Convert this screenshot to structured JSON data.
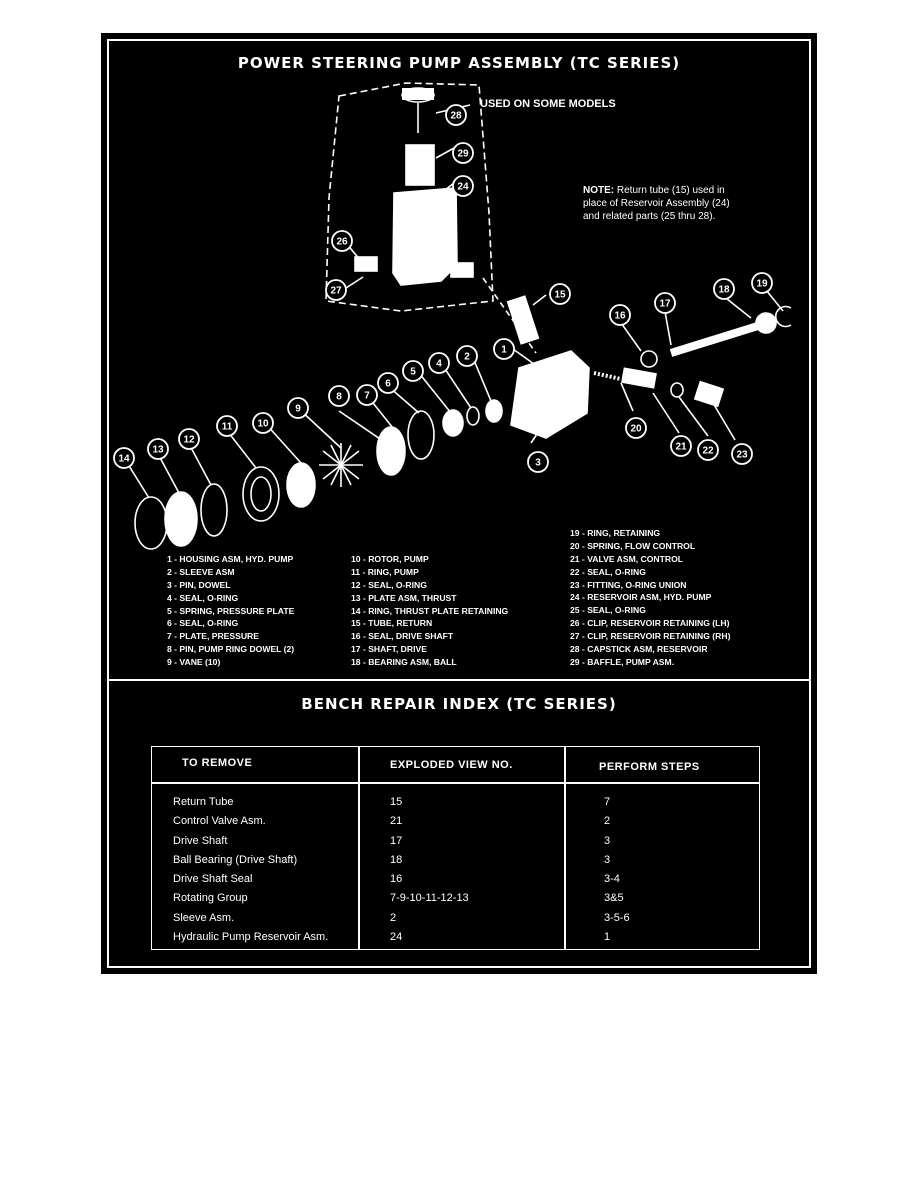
{
  "title": "POWER STEERING PUMP ASSEMBLY (TC SERIES)",
  "used_on": "USED ON SOME MODELS",
  "note": {
    "label": "NOTE:",
    "text": "Return tube (15) used in place of Reservoir Assembly (24) and related parts (25 thru 28)."
  },
  "callouts": [
    "1",
    "2",
    "3",
    "4",
    "5",
    "6",
    "7",
    "8",
    "9",
    "10",
    "11",
    "12",
    "13",
    "14",
    "15",
    "16",
    "17",
    "18",
    "19",
    "20",
    "21",
    "22",
    "23",
    "24",
    "26",
    "27",
    "28",
    "29"
  ],
  "legend": {
    "col1": [
      "1 - HOUSING ASM, HYD. PUMP",
      "2 - SLEEVE ASM",
      "3 - PIN, DOWEL",
      "4 - SEAL, O-RING",
      "5 - SPRING, PRESSURE PLATE",
      "6 - SEAL, O-RING",
      "7 - PLATE, PRESSURE",
      "8 - PIN, PUMP RING DOWEL (2)",
      "9 - VANE (10)"
    ],
    "col2": [
      "10 - ROTOR, PUMP",
      "11 - RING, PUMP",
      "12 - SEAL, O-RING",
      "13 - PLATE ASM, THRUST",
      "14 - RING, THRUST PLATE RETAINING",
      "15 - TUBE, RETURN",
      "16 - SEAL, DRIVE SHAFT",
      "17 - SHAFT, DRIVE",
      "18 - BEARING ASM, BALL"
    ],
    "col3": [
      "19 - RING, RETAINING",
      "20 - SPRING, FLOW CONTROL",
      "21 - VALVE ASM, CONTROL",
      "22 - SEAL, O-RING",
      "23 - FITTING, O-RING UNION",
      "24 - RESERVOIR ASM, HYD. PUMP",
      "25 - SEAL, O-RING",
      "26 - CLIP, RESERVOIR RETAINING (LH)",
      "27 - CLIP, RESERVOIR RETAINING (RH)",
      "28 - CAPSTICK ASM, RESERVOIR",
      "29 - BAFFLE, PUMP ASM."
    ]
  },
  "index_title": "BENCH REPAIR INDEX (TC SERIES)",
  "table": {
    "headers": [
      "TO REMOVE",
      "EXPLODED VIEW NO.",
      "PERFORM STEPS"
    ],
    "rows": [
      [
        "Return Tube",
        "15",
        "7"
      ],
      [
        "Control Valve Asm.",
        "21",
        "2"
      ],
      [
        "Drive Shaft",
        "17",
        "3"
      ],
      [
        "Ball Bearing (Drive Shaft)",
        "18",
        "3"
      ],
      [
        "Drive Shaft Seal",
        "16",
        "3-4"
      ],
      [
        "Rotating Group",
        "7-9-10-11-12-13",
        "3&5"
      ],
      [
        "Sleeve Asm.",
        "2",
        "3-5-6"
      ],
      [
        "Hydraulic Pump Reservoir Asm.",
        "24",
        "1"
      ]
    ]
  }
}
